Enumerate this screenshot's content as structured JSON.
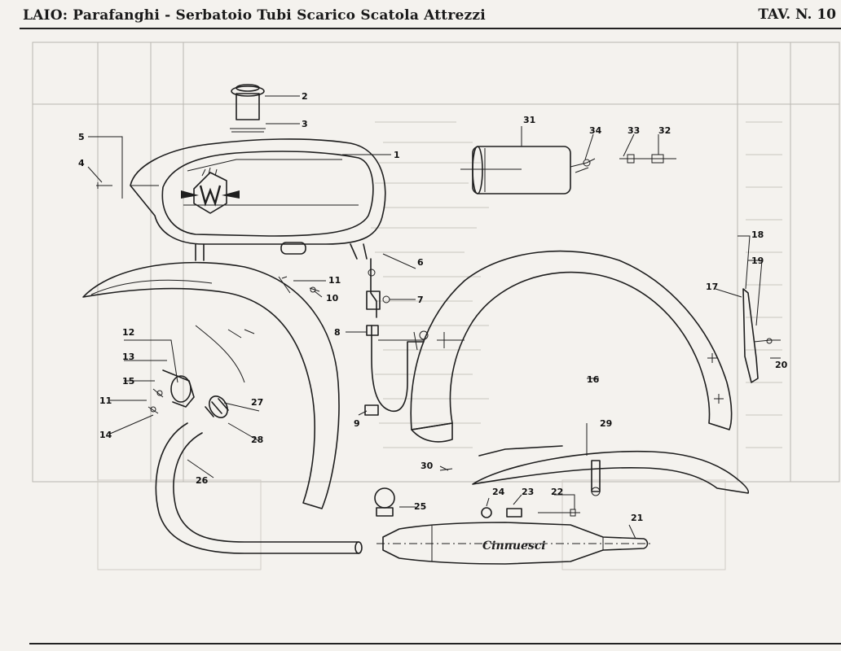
{
  "header": {
    "title": "LAIO: Parafanghi - Serbatoio  Tubi  Scarico  Scatola  Attrezzi",
    "plate": "TAV. N. 10"
  },
  "muffler_brand": "Cinnuesci",
  "parts": [
    {
      "id": "part-1",
      "label": "1"
    },
    {
      "id": "part-2",
      "label": "2"
    },
    {
      "id": "part-3",
      "label": "3"
    },
    {
      "id": "part-4",
      "label": "4"
    },
    {
      "id": "part-5",
      "label": "5"
    },
    {
      "id": "part-6",
      "label": "6"
    },
    {
      "id": "part-7",
      "label": "7"
    },
    {
      "id": "part-8",
      "label": "8"
    },
    {
      "id": "part-9",
      "label": "9"
    },
    {
      "id": "part-10",
      "label": "10"
    },
    {
      "id": "part-11a",
      "label": "11"
    },
    {
      "id": "part-11b",
      "label": "11"
    },
    {
      "id": "part-12",
      "label": "12"
    },
    {
      "id": "part-13",
      "label": "13"
    },
    {
      "id": "part-14",
      "label": "14"
    },
    {
      "id": "part-15",
      "label": "15"
    },
    {
      "id": "part-16",
      "label": "16"
    },
    {
      "id": "part-17",
      "label": "17"
    },
    {
      "id": "part-18",
      "label": "18"
    },
    {
      "id": "part-19",
      "label": "19"
    },
    {
      "id": "part-20",
      "label": "20"
    },
    {
      "id": "part-21",
      "label": "21"
    },
    {
      "id": "part-22",
      "label": "22"
    },
    {
      "id": "part-23",
      "label": "23"
    },
    {
      "id": "part-24",
      "label": "24"
    },
    {
      "id": "part-25",
      "label": "25"
    },
    {
      "id": "part-26",
      "label": "26"
    },
    {
      "id": "part-27",
      "label": "27"
    },
    {
      "id": "part-28",
      "label": "28"
    },
    {
      "id": "part-29",
      "label": "29"
    },
    {
      "id": "part-30",
      "label": "30"
    },
    {
      "id": "part-31",
      "label": "31"
    },
    {
      "id": "part-32",
      "label": "32"
    },
    {
      "id": "part-33",
      "label": "33"
    },
    {
      "id": "part-34",
      "label": "34"
    }
  ]
}
